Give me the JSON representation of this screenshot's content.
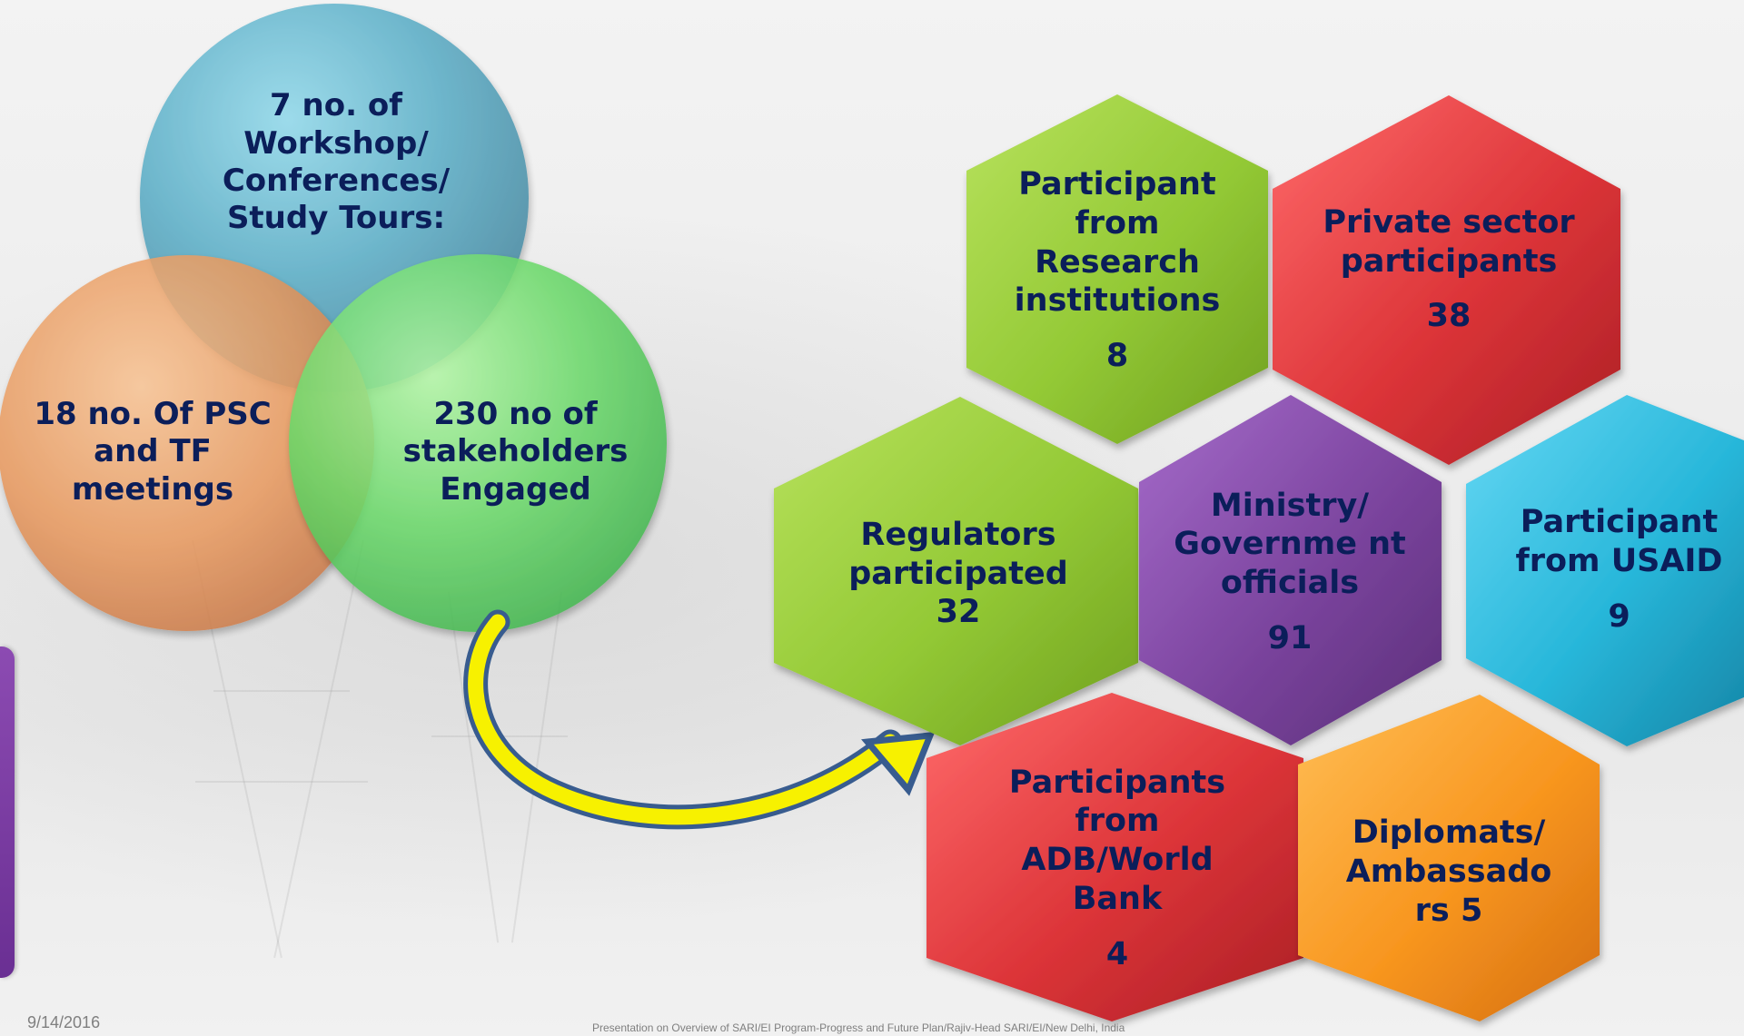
{
  "venn": {
    "top": "7 no. of Workshop/ Conferences/ Study Tours:",
    "left": "18 no. Of PSC and TF meetings",
    "right": "230 no of stakeholders Engaged"
  },
  "hexagons": [
    {
      "id": "research",
      "label": "Participant from Research institutions",
      "value": "8",
      "color": "#93c935"
    },
    {
      "id": "private",
      "label": "Private sector participants",
      "value": "38",
      "color": "#de3438"
    },
    {
      "id": "regulators",
      "label": "Regulators participated 32",
      "value": "",
      "color": "#95cb39"
    },
    {
      "id": "ministry",
      "label": "Ministry/ Governme nt officials",
      "value": "91",
      "color": "#7b449e"
    },
    {
      "id": "usaid",
      "label": "Participant from USAID",
      "value": "9",
      "color": "#28b7da"
    },
    {
      "id": "adb",
      "label": "Participants from ADB/World Bank",
      "value": "4",
      "color": "#da2f35"
    },
    {
      "id": "diplomats",
      "label": "Diplomats/ Ambassado rs 5",
      "value": "",
      "color": "#f8961f"
    }
  ],
  "footer": {
    "date": "9/14/2016",
    "presentation_note": "Presentation on Overview of SARI/EI Program-Progress and Future Plan/Rajiv-Head SARI/EI/New Delhi, India"
  },
  "colors": {
    "venn_top": "#55aec8",
    "venn_left": "#e79b63",
    "venn_right": "#67d968",
    "arrow": "#f7f100",
    "arrow_outline": "#385c8f",
    "text": "#0b1e5a"
  }
}
